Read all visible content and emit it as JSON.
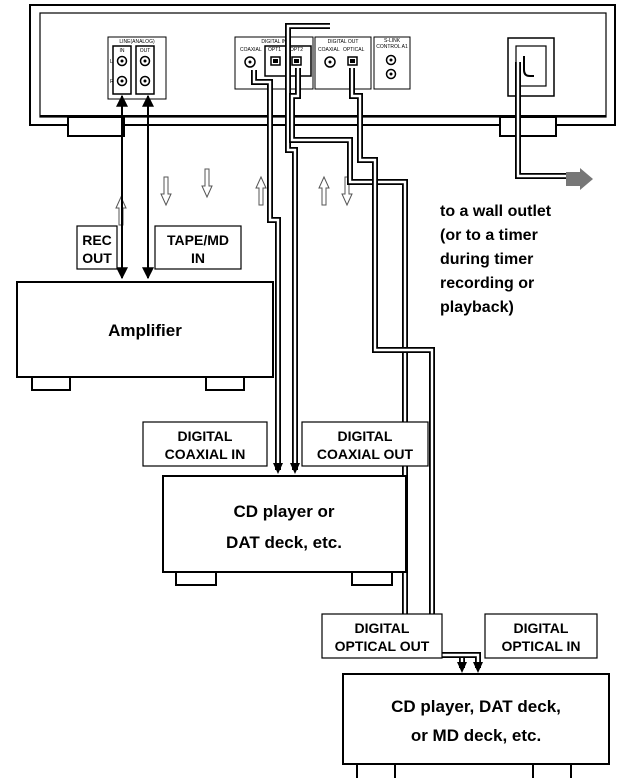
{
  "deck_panel": {
    "line_analog": "LINE(ANALOG)",
    "in": "IN",
    "out": "OUT",
    "l": "L",
    "r": "R",
    "digital_in": "DIGITAL IN",
    "coaxial": "COAXIAL",
    "opt1": "OPT1",
    "opt2": "OPT2",
    "digital_out": "DIGITAL OUT",
    "coaxial_out": "COAXIAL",
    "optical": "OPTICAL",
    "s_link_1": "S-LINK",
    "s_link_2": "CONTROL A1"
  },
  "labels": {
    "rec_out_1": "REC",
    "rec_out_2": "OUT",
    "tape_md_in_1": "TAPE/MD",
    "tape_md_in_2": "IN",
    "digital_coaxial_in_1": "DIGITAL",
    "digital_coaxial_in_2": "COAXIAL IN",
    "digital_coaxial_out_1": "DIGITAL",
    "digital_coaxial_out_2": "COAXIAL OUT",
    "digital_optical_out_1": "DIGITAL",
    "digital_optical_out_2": "OPTICAL OUT",
    "digital_optical_in_1": "DIGITAL",
    "digital_optical_in_2": "OPTICAL IN"
  },
  "devices": {
    "amplifier": "Amplifier",
    "cd_dat_1": "CD player or",
    "cd_dat_2": "DAT deck, etc.",
    "cd_dat_md_1": "CD player, DAT deck,",
    "cd_dat_md_2": "or MD deck, etc."
  },
  "wall_outlet": [
    "to a wall outlet",
    "(or to a timer",
    "during timer",
    "recording or",
    "playback)"
  ]
}
